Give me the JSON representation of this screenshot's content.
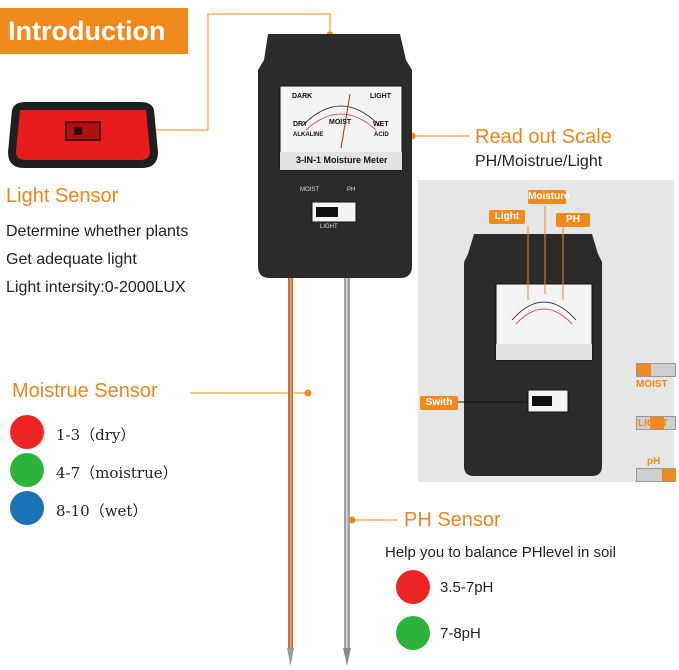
{
  "intro": {
    "title": "Introduction"
  },
  "meter": {
    "face_label": "3-IN-1 Moisture Meter",
    "scale_words": {
      "dark": "DARK",
      "light": "LIGHT",
      "dry": "DRY",
      "moist": "MOIST",
      "wet": "WET",
      "alkaline": "ALKALINE",
      "acid": "ACID"
    },
    "switch_words": {
      "moist": "MOIST",
      "ph": "PH",
      "light": "LIGHT"
    }
  },
  "light_sensor": {
    "title": "Light Sensor",
    "lines": [
      "Determine whether plants",
      "Get adequate light",
      "Light intersity:0-2000LUX"
    ]
  },
  "readout": {
    "title": "Read out Scale",
    "subtitle": "PH/Moistrue/Light"
  },
  "moisture_sensor": {
    "title": "Moistrue Sensor",
    "levels": [
      {
        "label": "1-3（dry）",
        "color": "#ef2525"
      },
      {
        "label": "4-7（moistrue）",
        "color": "#2bb33b"
      },
      {
        "label": "8-10（wet）",
        "color": "#1a73b4"
      }
    ]
  },
  "ph_sensor": {
    "title": "PH Sensor",
    "subtitle": "Help you to balance PHlevel in soil",
    "levels": [
      {
        "label": "3.5-7pH",
        "color": "#ef2525"
      },
      {
        "label": "7-8pH",
        "color": "#2bb33b"
      }
    ]
  },
  "diagram": {
    "tags": {
      "moisture": "Moisture",
      "light": "Light",
      "ph": "PH",
      "switch": "Swith"
    },
    "modes": [
      "MOIST",
      "LIGHT",
      "pH"
    ]
  },
  "colors": {
    "accent": "#f18a1d",
    "meter_body": "#2b2b2b"
  }
}
